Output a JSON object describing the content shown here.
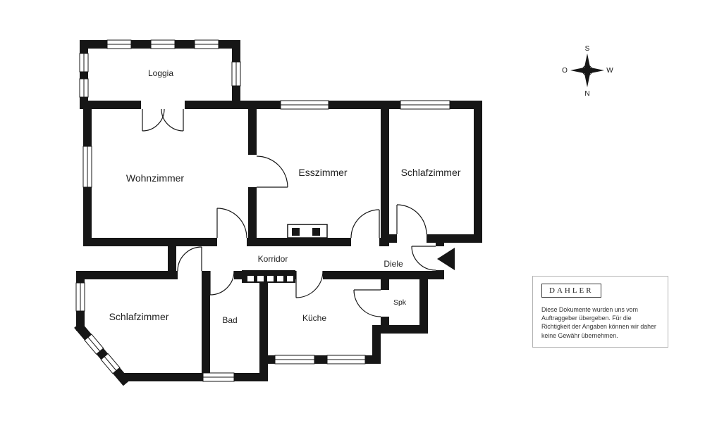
{
  "floorplan": {
    "rooms": [
      {
        "id": "loggia",
        "label": "Loggia"
      },
      {
        "id": "wohnzimmer",
        "label": "Wohnzimmer"
      },
      {
        "id": "esszimmer",
        "label": "Esszimmer"
      },
      {
        "id": "schlafzimmer_oben",
        "label": "Schlafzimmer"
      },
      {
        "id": "korridor",
        "label": "Korridor"
      },
      {
        "id": "diele",
        "label": "Diele"
      },
      {
        "id": "schlafzimmer_unten",
        "label": "Schlafzimmer"
      },
      {
        "id": "bad",
        "label": "Bad"
      },
      {
        "id": "kueche",
        "label": "Küche"
      },
      {
        "id": "spk",
        "label": "Spk"
      }
    ],
    "wall_color": "#161616"
  },
  "compass": {
    "top": "S",
    "left": "O",
    "right": "W",
    "bottom": "N"
  },
  "branding": {
    "logo": "DAHLER",
    "disclaimer": "Diese Dokumente wurden uns vom Auftraggeber übergeben. Für die Richtigkeit der Angaben können wir daher keine Gewähr übernehmen."
  }
}
